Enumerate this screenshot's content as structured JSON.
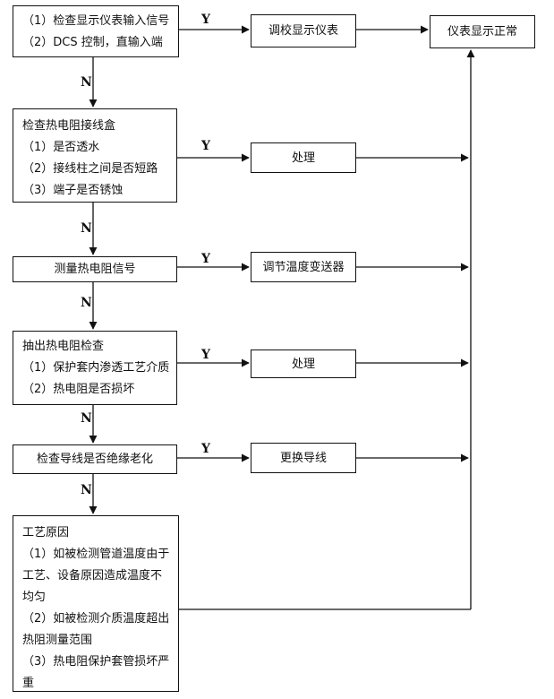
{
  "nodes": {
    "check_display": {
      "lines": [
        "（1）检查显示仪表输入信号",
        "（2）DCS 控制，直输入端"
      ]
    },
    "calibrate": {
      "text": "调校显示仪表"
    },
    "normal": {
      "text": "仪表显示正常"
    },
    "junction_box": {
      "lines": [
        "检查热电阻接线盒",
        "（1）是否透水",
        "（2）接线柱之间是否短路",
        "（3）端子是否锈蚀"
      ]
    },
    "process1": {
      "text": "处理"
    },
    "measure": {
      "text": "测量热电阻信号"
    },
    "adjust": {
      "text": "调节温度变送器"
    },
    "extract": {
      "lines": [
        "抽出热电阻检查",
        "（1）保护套内渗透工艺介质",
        "（2）热电阻是否损坏"
      ]
    },
    "process2": {
      "text": "处理"
    },
    "wire_check": {
      "text": "检查导线是否绝缘老化"
    },
    "replace": {
      "text": "更换导线"
    },
    "causes": {
      "lines": [
        "工艺原因",
        "（1）如被检测管道温度由于",
        "工艺、设备原因造成温度不",
        "均匀",
        "（2）如被检测介质温度超出",
        "热阻测量范围",
        "（3）热电阻保护套管损坏严",
        "重"
      ]
    }
  },
  "labels": {
    "yes": "Y",
    "no": "N"
  },
  "colors": {
    "line": "#111111",
    "background": "#ffffff"
  }
}
